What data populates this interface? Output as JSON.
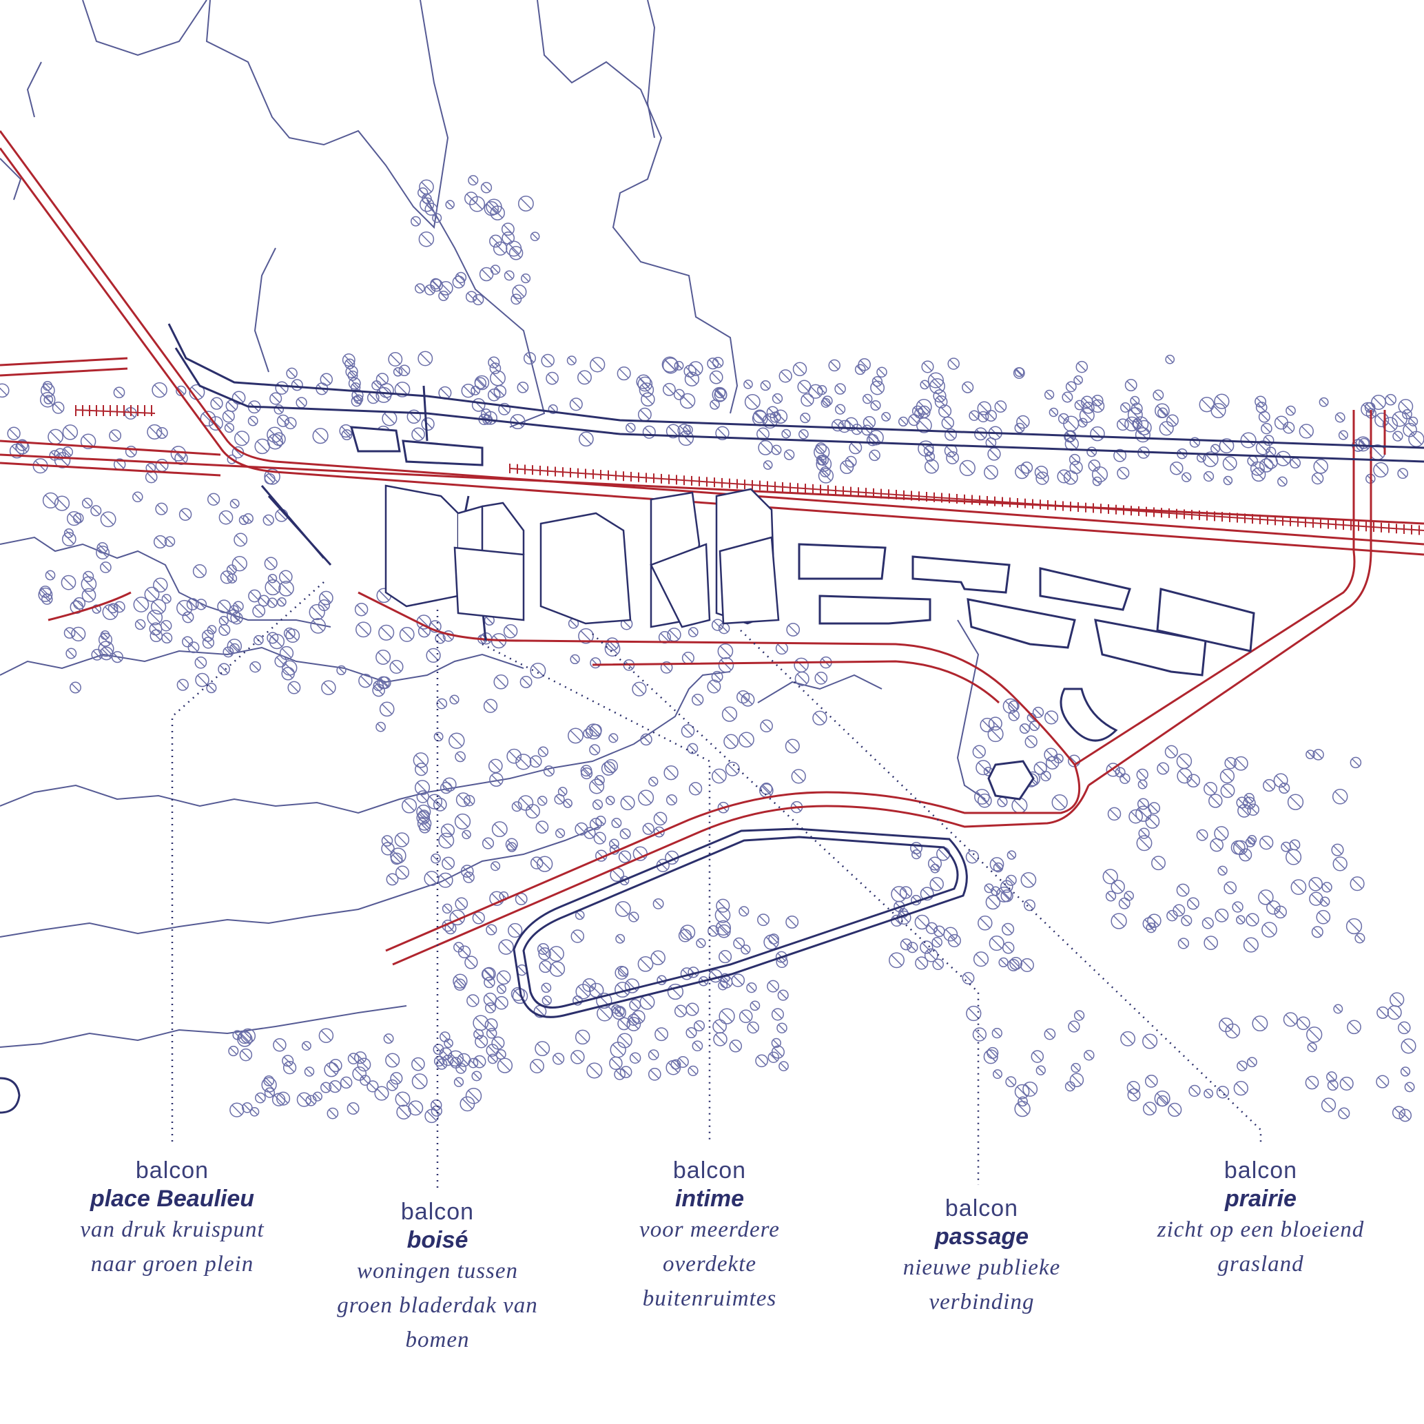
{
  "colors": {
    "road": "#b0252e",
    "plan": "#2b2f6b",
    "tree": "#6a6ea8",
    "contour": "#555a94",
    "leader": "#2b2f6b"
  },
  "labels": [
    {
      "id": "place-beaulieu",
      "kicker": "balcon",
      "name": "place Beaulieu",
      "desc": [
        "van druk kruispunt",
        "naar groen plein"
      ]
    },
    {
      "id": "boise",
      "kicker": "balcon",
      "name": "boisé",
      "desc": [
        "woningen tussen",
        "groen bladerdak van",
        "bomen"
      ]
    },
    {
      "id": "intime",
      "kicker": "balcon",
      "name": "intime",
      "desc": [
        "voor meerdere",
        "overdekte",
        "buitenruimtes"
      ]
    },
    {
      "id": "passage",
      "kicker": "balcon",
      "name": "passage",
      "desc": [
        "nieuwe publieke",
        "verbinding"
      ]
    },
    {
      "id": "prairie",
      "kicker": "balcon",
      "name": "prairie",
      "desc": [
        "zicht op een bloeiend",
        "grasland"
      ]
    }
  ]
}
